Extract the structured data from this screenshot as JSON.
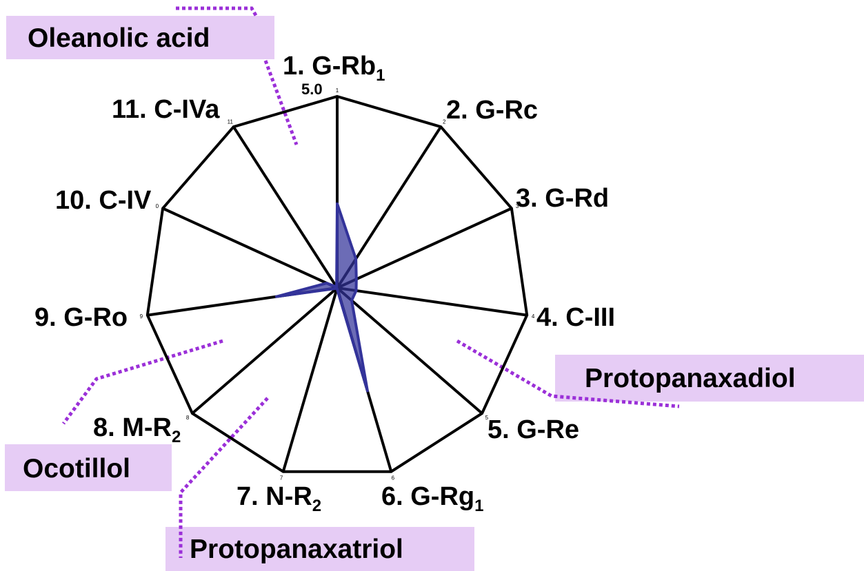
{
  "chart_data": {
    "type": "radar",
    "max_label": "5.0",
    "max_value": 5.0,
    "categories": [
      {
        "index": "1",
        "text": "1. G-Rb",
        "sub": "1"
      },
      {
        "index": "2",
        "text": "2. G-Rc",
        "sub": ""
      },
      {
        "index": "3",
        "text": "3. G-Rd",
        "sub": ""
      },
      {
        "index": "4",
        "text": "4. C-III",
        "sub": ""
      },
      {
        "index": "5",
        "text": "5. G-Re",
        "sub": ""
      },
      {
        "index": "6",
        "text": "6. G-Rg",
        "sub": "1"
      },
      {
        "index": "7",
        "text": "7. N-R",
        "sub": "2"
      },
      {
        "index": "8",
        "text": "8. M-R",
        "sub": "2"
      },
      {
        "index": "9",
        "text": "9. G-Ro",
        "sub": ""
      },
      {
        "index": "0",
        "text": "10. C-IV",
        "sub": ""
      },
      {
        "index": "11",
        "text": "11. C-IVa",
        "sub": ""
      }
    ],
    "values": [
      2.2,
      0.9,
      0.55,
      0.5,
      0.5,
      2.8,
      0.02,
      0.02,
      1.6,
      0.3,
      0.03
    ],
    "series_color": "#33339a"
  },
  "groups": {
    "oleanolic": "Oleanolic acid",
    "protopanaxadiol": "Protopanaxadiol",
    "ocotillol": "Ocotillol",
    "protopanaxatriol": "Protopanaxatriol"
  },
  "colors": {
    "label_box": "#e6ccf5",
    "connector": "#9b30d8"
  }
}
